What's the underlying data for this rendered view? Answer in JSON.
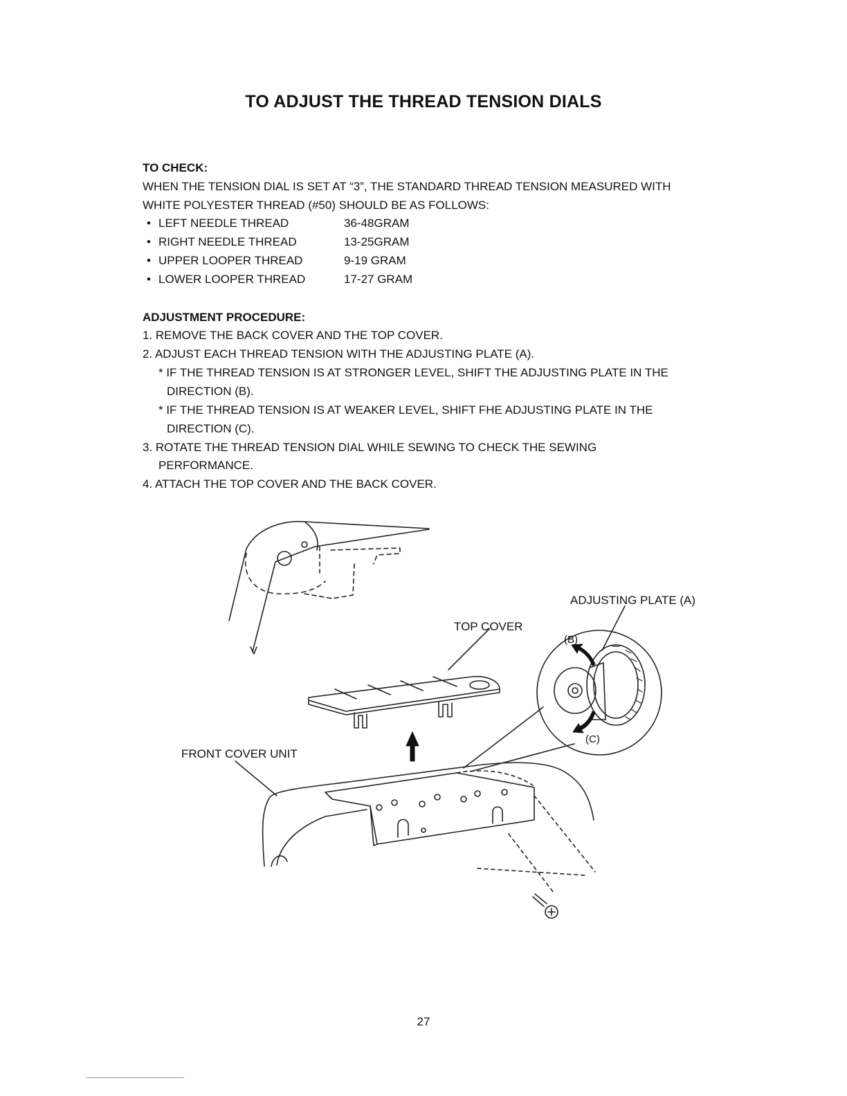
{
  "title": "TO ADJUST THE THREAD TENSION DIALS",
  "check": {
    "heading": "TO CHECK:",
    "intro_line1": "WHEN THE TENSION DIAL IS SET AT “3”, THE STANDARD THREAD TENSION MEASURED WITH",
    "intro_line2": "WHITE POLYESTER THREAD (#50) SHOULD BE AS FOLLOWS:",
    "items": [
      {
        "label": "LEFT NEEDLE THREAD",
        "value": "36-48GRAM"
      },
      {
        "label": "RIGHT NEEDLE THREAD",
        "value": "13-25GRAM"
      },
      {
        "label": "UPPER LOOPER THREAD",
        "value": "9-19 GRAM"
      },
      {
        "label": "LOWER LOOPER THREAD",
        "value": "17-27 GRAM"
      }
    ]
  },
  "procedure": {
    "heading": "ADJUSTMENT PROCEDURE:",
    "step1": "1. REMOVE THE BACK COVER AND THE TOP COVER.",
    "step2": "2. ADJUST EACH THREAD TENSION WITH THE ADJUSTING PLATE (A).",
    "note1_line1": "* IF THE THREAD TENSION IS AT STRONGER LEVEL, SHIFT THE ADJUSTING PLATE IN THE",
    "note1_line2": "DIRECTION (B).",
    "note2_line1": "* IF THE THREAD TENSION IS AT WEAKER LEVEL, SHIFT FHE ADJUSTING PLATE IN THE",
    "note2_line2": "DIRECTION (C).",
    "step3_line1": "3. ROTATE THE THREAD TENSION DIAL WHILE SEWING TO CHECK THE SEWING",
    "step3_line2": "PERFORMANCE.",
    "step4": "4. ATTACH THE TOP COVER AND THE BACK COVER."
  },
  "figure": {
    "label_adjusting_plate": "ADJUSTING PLATE (A)",
    "label_top_cover": "TOP COVER",
    "label_front_cover": "FRONT COVER UNIT",
    "label_b": "(B)",
    "label_c": "(C)"
  },
  "page_number": "27"
}
